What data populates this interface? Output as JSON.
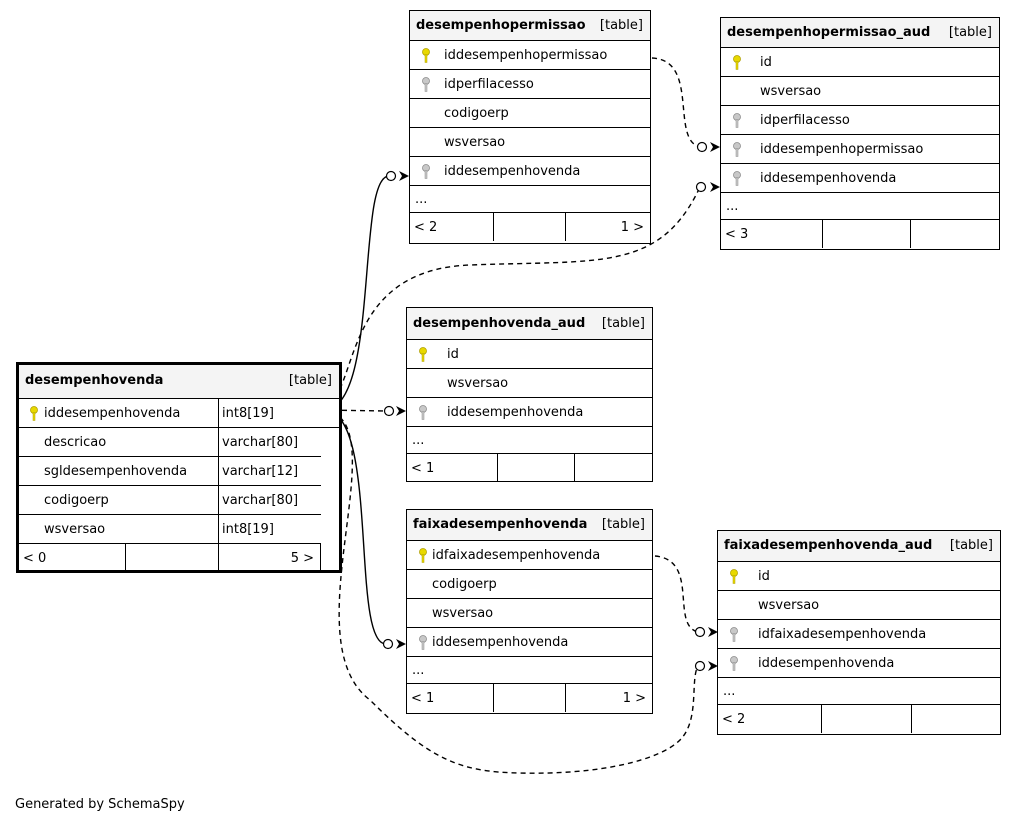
{
  "footer": "Generated by SchemaSpy",
  "tables": {
    "desempenhopermissao": {
      "name": "desempenhopermissao",
      "kind": "[table]",
      "columns": [
        "iddesempenhopermissao",
        "idperfilacesso",
        "codigoerp",
        "wsversao",
        "iddesempenhovenda"
      ],
      "key_types": [
        "primary",
        "foreign",
        "none",
        "none",
        "foreign"
      ],
      "more": "...",
      "parents": "< 2",
      "children": "1 >"
    },
    "desempenhopermissao_aud": {
      "name": "desempenhopermissao_aud",
      "kind": "[table]",
      "columns": [
        "id",
        "wsversao",
        "idperfilacesso",
        "iddesempenhopermissao",
        "iddesempenhovenda"
      ],
      "key_types": [
        "primary",
        "none",
        "foreign",
        "foreign",
        "foreign"
      ],
      "more": "...",
      "parents": "< 3",
      "children": ""
    },
    "desempenhovenda_aud": {
      "name": "desempenhovenda_aud",
      "kind": "[table]",
      "columns": [
        "id",
        "wsversao",
        "iddesempenhovenda"
      ],
      "key_types": [
        "primary",
        "none",
        "foreign"
      ],
      "more": "...",
      "parents": "< 1",
      "children": ""
    },
    "desempenhovenda": {
      "name": "desempenhovenda",
      "kind": "[table]",
      "columns": [
        "iddesempenhovenda",
        "descricao",
        "sgldesempenhovenda",
        "codigoerp",
        "wsversao"
      ],
      "types": [
        "int8[19]",
        "varchar[80]",
        "varchar[12]",
        "varchar[80]",
        "int8[19]"
      ],
      "key_types": [
        "primary",
        "none",
        "none",
        "none",
        "none"
      ],
      "parents": "< 0",
      "children": "5 >"
    },
    "faixadesempenhovenda": {
      "name": "faixadesempenhovenda",
      "kind": "[table]",
      "columns": [
        "idfaixadesempenhovenda",
        "codigoerp",
        "wsversao",
        "iddesempenhovenda"
      ],
      "key_types": [
        "primary",
        "none",
        "none",
        "foreign"
      ],
      "more": "...",
      "parents": "< 1",
      "children": "1 >"
    },
    "faixadesempenhovenda_aud": {
      "name": "faixadesempenhovenda_aud",
      "kind": "[table]",
      "columns": [
        "id",
        "wsversao",
        "idfaixadesempenhovenda",
        "iddesempenhovenda"
      ],
      "key_types": [
        "primary",
        "none",
        "foreign",
        "foreign"
      ],
      "more": "...",
      "parents": "< 2",
      "children": ""
    }
  },
  "relationships": [
    {
      "from": "desempenhovenda.iddesempenhovenda",
      "to": "desempenhopermissao.iddesempenhovenda",
      "style": "solid"
    },
    {
      "from": "desempenhovenda.iddesempenhovenda",
      "to": "desempenhopermissao_aud.iddesempenhovenda",
      "style": "dashed"
    },
    {
      "from": "desempenhovenda.iddesempenhovenda",
      "to": "desempenhovenda_aud.iddesempenhovenda",
      "style": "dashed"
    },
    {
      "from": "desempenhovenda.iddesempenhovenda",
      "to": "faixadesempenhovenda.iddesempenhovenda",
      "style": "solid"
    },
    {
      "from": "desempenhovenda.iddesempenhovenda",
      "to": "faixadesempenhovenda_aud.iddesempenhovenda",
      "style": "dashed"
    },
    {
      "from": "desempenhopermissao.iddesempenhopermissao",
      "to": "desempenhopermissao_aud.iddesempenhopermissao",
      "style": "dashed"
    },
    {
      "from": "faixadesempenhovenda.idfaixadesempenhovenda",
      "to": "faixadesempenhovenda_aud.idfaixadesempenhovenda",
      "style": "dashed"
    }
  ],
  "colors": {
    "primary_key": "#e8d800",
    "foreign_key": "#a8a8a8",
    "header_bg": "#f4f4f4"
  }
}
